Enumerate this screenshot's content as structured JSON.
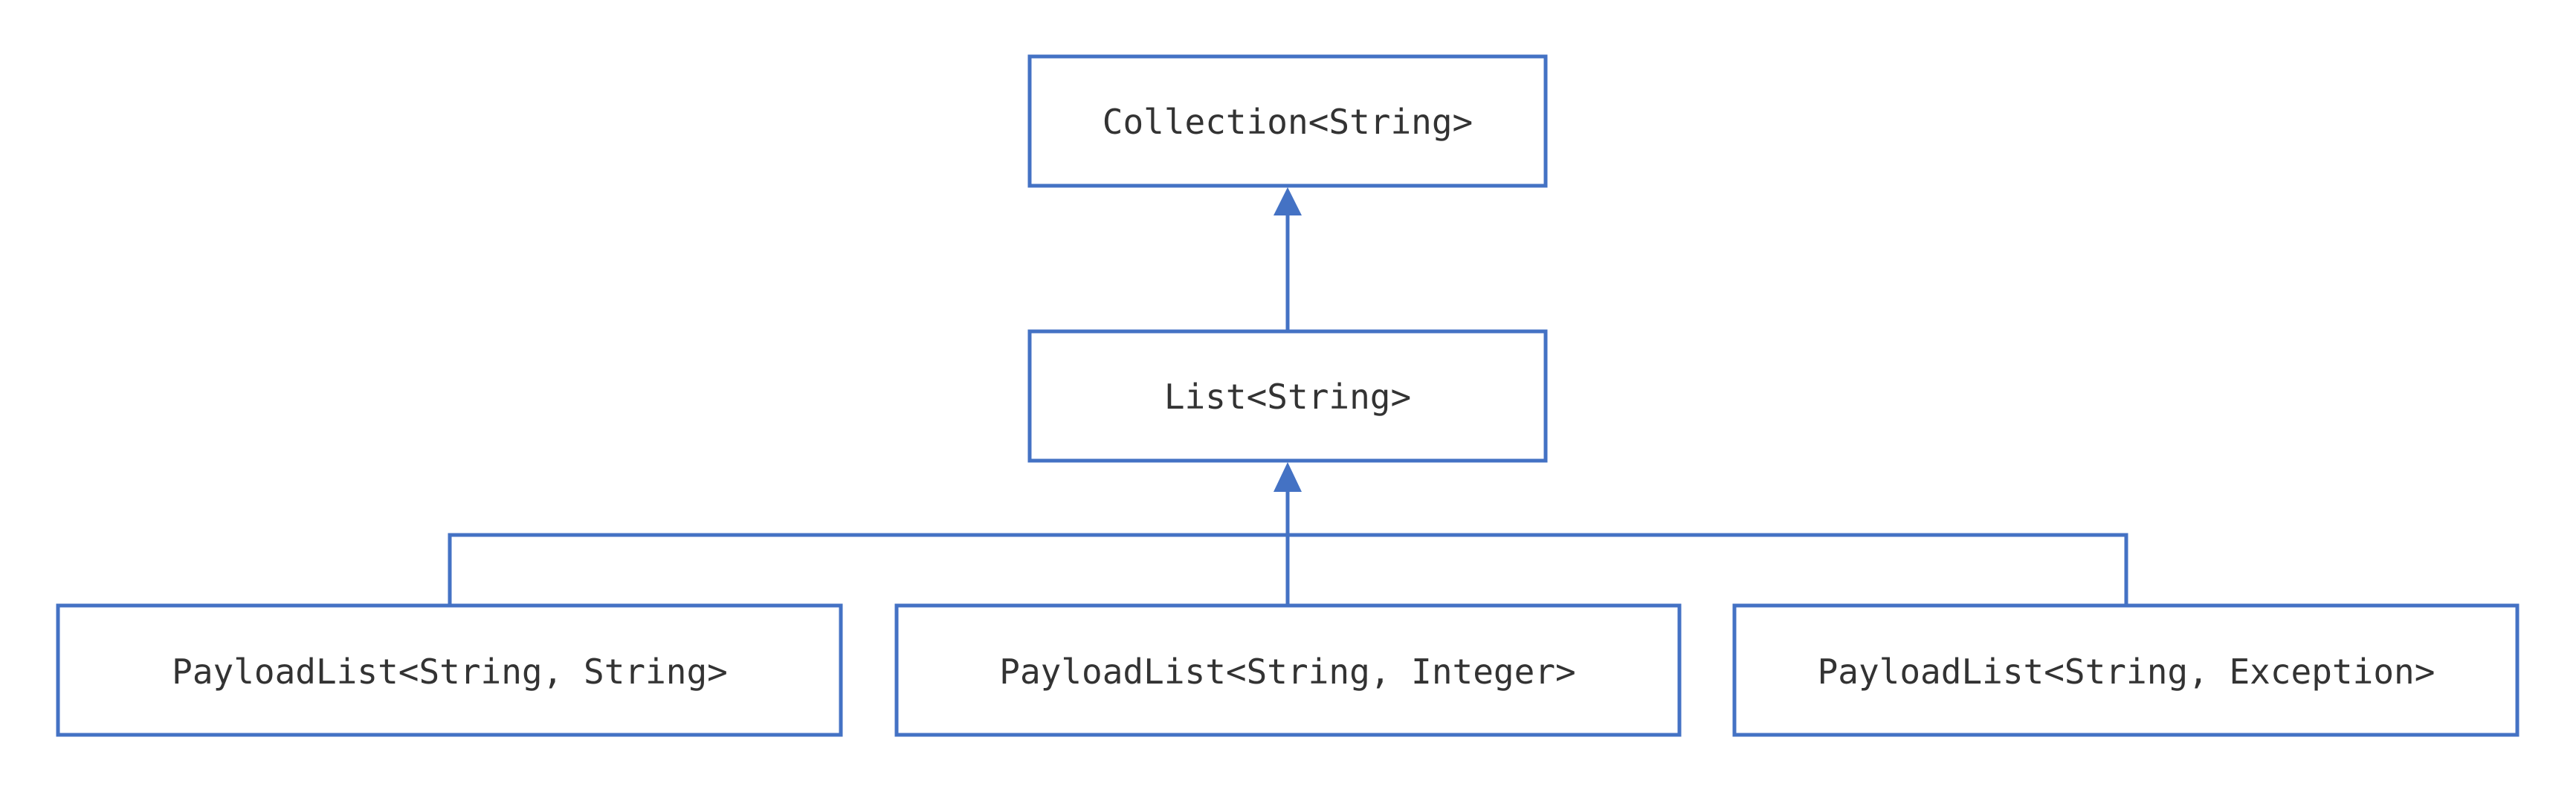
{
  "diagram": {
    "accent_color": "#4472c4",
    "text_color": "#333333",
    "nodes": {
      "collection": {
        "label": "Collection<String>"
      },
      "list": {
        "label": "List<String>"
      },
      "payload_string": {
        "label": "PayloadList<String, String>"
      },
      "payload_integer": {
        "label": "PayloadList<String, Integer>"
      },
      "payload_exception": {
        "label": "PayloadList<String, Exception>"
      }
    },
    "edges": [
      {
        "from": "list",
        "to": "collection",
        "type": "inherits"
      },
      {
        "from": "payload_string",
        "to": "list",
        "type": "inherits"
      },
      {
        "from": "payload_integer",
        "to": "list",
        "type": "inherits"
      },
      {
        "from": "payload_exception",
        "to": "list",
        "type": "inherits"
      }
    ]
  }
}
